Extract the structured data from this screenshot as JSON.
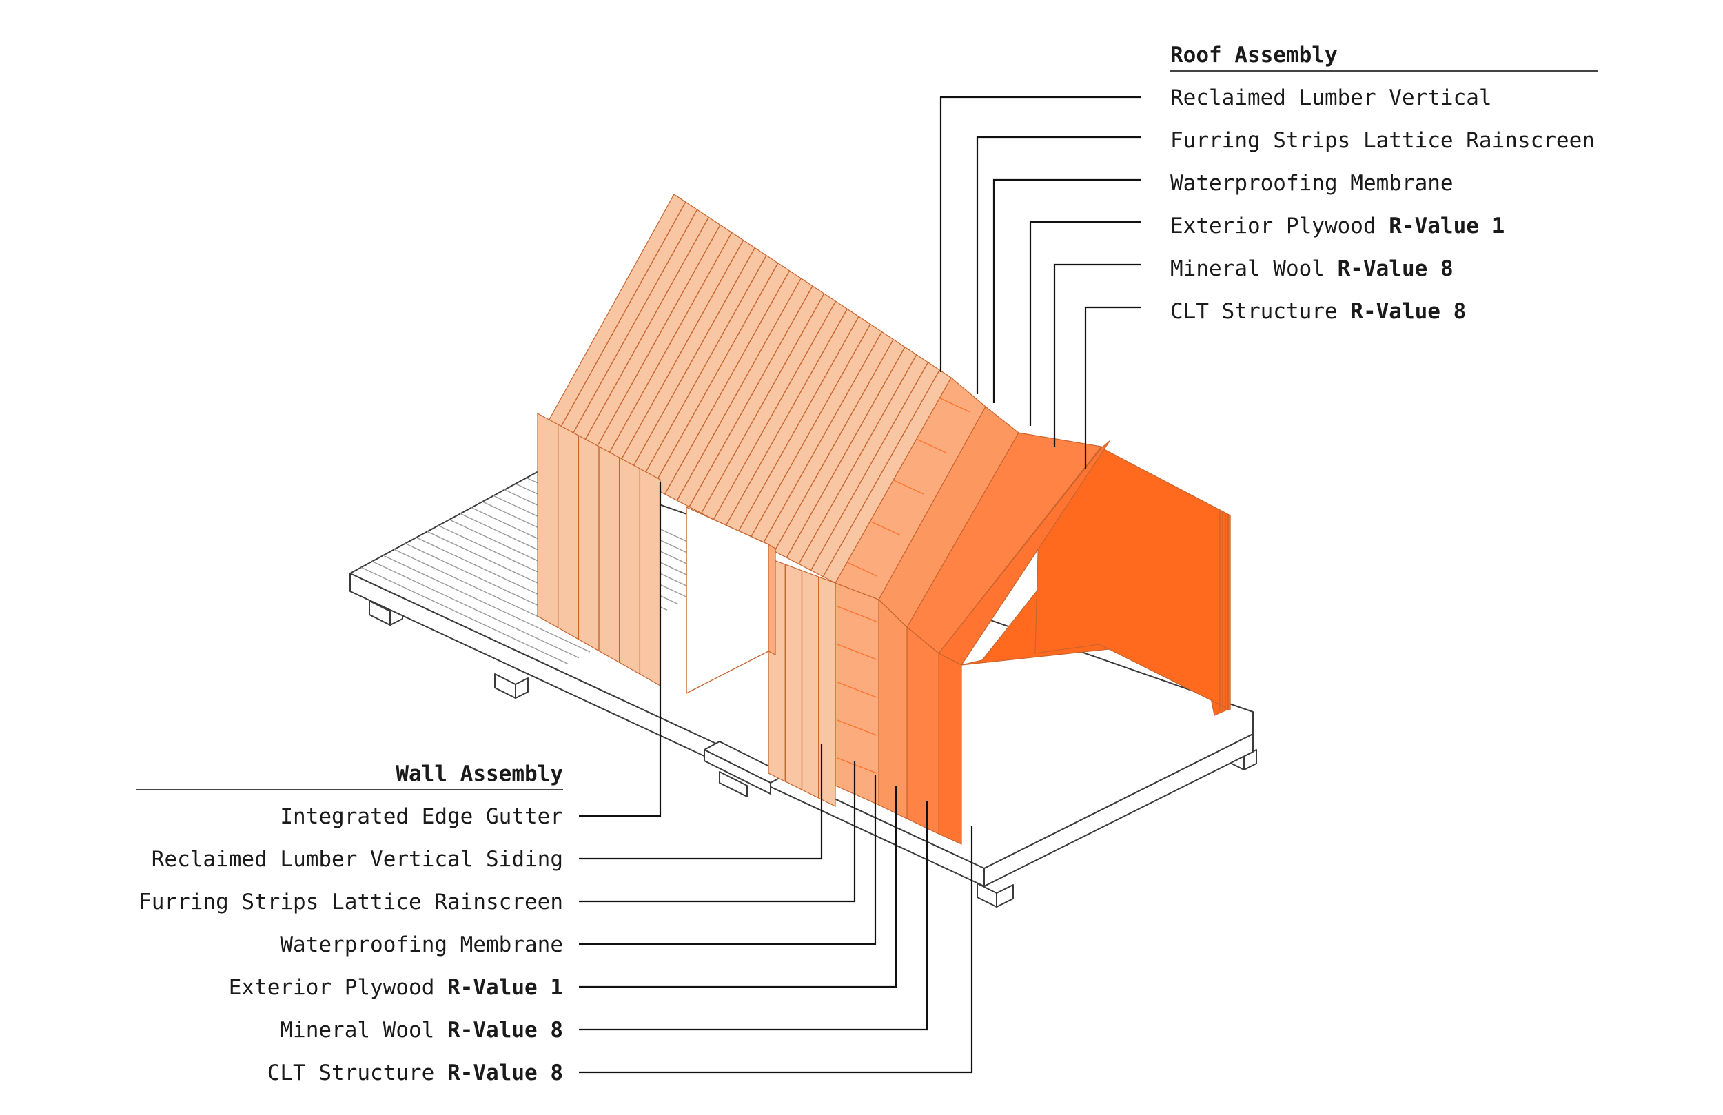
{
  "roof": {
    "title": "Roof Assembly",
    "items": [
      {
        "label": "Reclaimed Lumber Vertical",
        "rvalue": ""
      },
      {
        "label": "Furring Strips Lattice Rainscreen",
        "rvalue": ""
      },
      {
        "label": "Waterproofing Membrane",
        "rvalue": ""
      },
      {
        "label": "Exterior Plywood ",
        "rvalue": "R-Value 1"
      },
      {
        "label": "Mineral Wool ",
        "rvalue": "R-Value 8"
      },
      {
        "label": "CLT Structure ",
        "rvalue": "R-Value 8"
      }
    ]
  },
  "wall": {
    "title": "Wall Assembly",
    "items": [
      {
        "label": "Integrated Edge Gutter",
        "rvalue": ""
      },
      {
        "label": "Reclaimed Lumber Vertical Siding",
        "rvalue": ""
      },
      {
        "label": "Furring Strips Lattice Rainscreen",
        "rvalue": ""
      },
      {
        "label": "Waterproofing Membrane",
        "rvalue": ""
      },
      {
        "label": "Exterior Plywood ",
        "rvalue": "R-Value 1"
      },
      {
        "label": "Mineral Wool ",
        "rvalue": "R-Value 8"
      },
      {
        "label": "CLT Structure ",
        "rvalue": "R-Value 8"
      }
    ]
  },
  "colors": {
    "siding": "#f9c6a4",
    "rainscreen": "#fbab7c",
    "membrane": "#fd9760",
    "plywood": "#fe8344",
    "wool": "#ff7430",
    "clt": "#ff6a1f",
    "deck": "#ffffff",
    "line": "#111111"
  }
}
